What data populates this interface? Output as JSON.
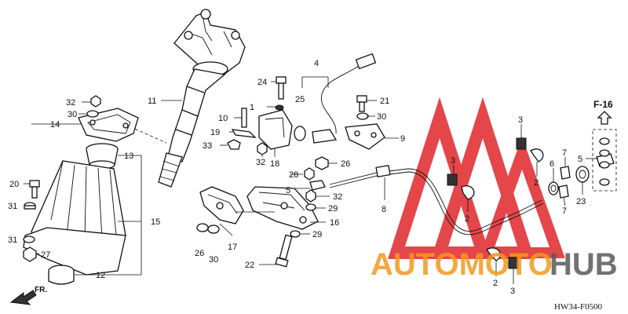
{
  "callouts": {
    "n1": "1",
    "n2a": "2",
    "n2b": "2",
    "n2c": "2",
    "n3a": "3",
    "n3b": "3",
    "n3c": "3",
    "n4": "4",
    "n5a": "5",
    "n5b": "5",
    "n6": "6",
    "n7a": "7",
    "n7b": "7",
    "n8": "8",
    "n9": "9",
    "n10": "10",
    "n11": "11",
    "n12": "12",
    "n13": "13",
    "n14": "14",
    "n15": "15",
    "n16": "16",
    "n17": "17",
    "n18": "18",
    "n19": "19",
    "n20": "20",
    "n21": "21",
    "n22": "22",
    "n23": "23",
    "n24": "24",
    "n25": "25",
    "n26a": "26",
    "n26b": "26",
    "n27": "27",
    "n28": "28",
    "n29a": "29",
    "n29b": "29",
    "n30a": "30",
    "n30b": "30",
    "n30c": "30",
    "n31a": "31",
    "n31b": "31",
    "n32a": "32",
    "n32b": "32",
    "n32c": "32",
    "n33": "33"
  },
  "reference_label": "F-16",
  "front_label": "FR.",
  "diagram_code": "HW34-F0500",
  "watermark": {
    "text_auto": "AUTOMOTO",
    "text_hub": "HUB",
    "color_red": "#e0262b",
    "color_orange": "#f39a1f",
    "color_gray": "#5a5a5a"
  }
}
